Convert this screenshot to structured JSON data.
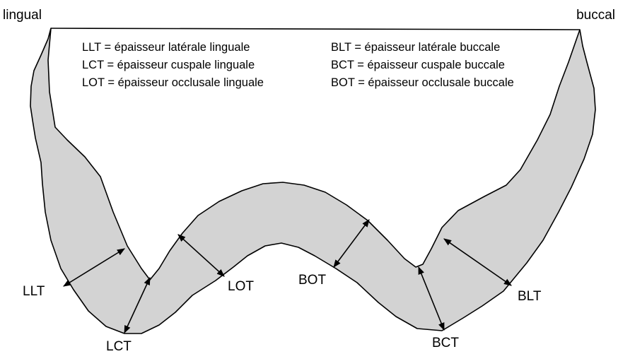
{
  "corner_labels": {
    "left": "lingual",
    "right": "buccal"
  },
  "legend": {
    "left": [
      "LLT = épaisseur latérale linguale",
      "LCT = épaisseur cuspale linguale",
      "LOT = épaisseur occlusale linguale"
    ],
    "right": [
      "BLT = épaisseur latérale buccale",
      "BCT = épaisseur cuspale buccale",
      "BOT = épaisseur occlusale buccale"
    ]
  },
  "measurements": [
    "LLT",
    "LCT",
    "LOT",
    "BOT",
    "BCT",
    "BLT"
  ],
  "colors": {
    "shell_fill": "#d3d3d3",
    "stroke": "#000000",
    "background": "#ffffff"
  }
}
